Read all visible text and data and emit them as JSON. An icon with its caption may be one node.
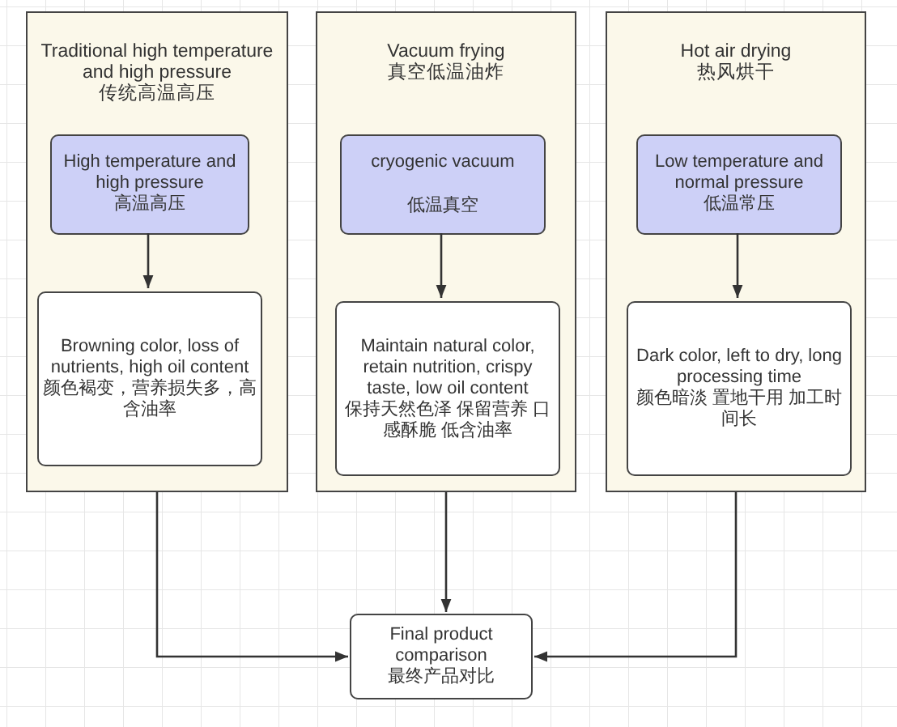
{
  "diagram": {
    "nodes": [
      {
        "text": [
          "Traditional high temperature and high pressure",
          "传统高温高压"
        ]
      },
      {
        "text": [
          "High temperature and high pressure",
          "高温高压"
        ],
        "in": 0
      },
      {
        "text": [
          "Browning color, loss of nutrients, high oil content",
          "颜色褐变，营养损失多，高含油率"
        ],
        "in": 0
      },
      {
        "text": [
          "Vacuum frying",
          "真空低温油炸"
        ]
      },
      {
        "text": [
          "cryogenic vacuum",
          "低温真空"
        ],
        "in": 3
      },
      {
        "text": [
          "Maintain natural color, retain nutrition, crispy taste, low oil content",
          "保持天然色泽 保留营养 口感酥脆 低含油率"
        ],
        "in": 3
      },
      {
        "text": [
          "Hot air drying",
          "热风烘干"
        ]
      },
      {
        "text": [
          "Low temperature and normal pressure",
          "低温常压"
        ],
        "in": 6
      },
      {
        "text": [
          "Dark color, left to dry, long processing time",
          "颜色暗淡 置地干用 加工时间长"
        ],
        "in": 6
      },
      {
        "text": [
          "Final product comparison",
          "最终产品对比"
        ]
      }
    ],
    "edges": [
      {
        "from": 1,
        "to": 2,
        "arrow": "to"
      },
      {
        "from": 4,
        "to": 5,
        "arrow": "to"
      },
      {
        "from": 7,
        "to": 8,
        "arrow": "to"
      },
      {
        "from": 0,
        "to": 9,
        "arrow": "to"
      },
      {
        "from": 3,
        "to": 9,
        "arrow": "to"
      },
      {
        "from": 6,
        "to": 9,
        "arrow": "to"
      }
    ]
  }
}
